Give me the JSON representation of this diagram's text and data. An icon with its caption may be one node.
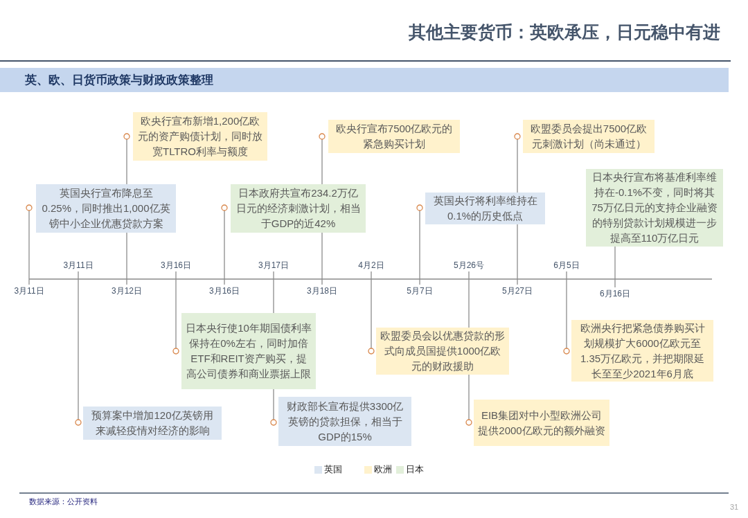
{
  "diagram": {
    "title": "其他主要货币：英欧承压，日元稳中有进",
    "nodes": [
      {
        "text": [
          "英、欧、日货币政策与财政政策整理"
        ]
      },
      {
        "text": [
          "英国央行宣布降息至0.25%，同时推出1,000亿英镑中小企业优惠贷款方案"
        ]
      },
      {
        "text": [
          "预算案中增加120亿英镑用来减轻疫情对经济的影响"
        ]
      },
      {
        "text": [
          "欧央行宣布新增1,200亿欧元的资产购债计划，同时放宽TLTRO利率与额度"
        ]
      },
      {
        "text": [
          "日本央行使10年期国债利率保持在0%左右，同时加倍ETF和REIT资产购买，提高公司债券和商业票据上限"
        ]
      },
      {
        "text": [
          "日本政府共宣布234.2万亿日元的经济刺激计划，相当于GDP的近42%"
        ]
      },
      {
        "text": [
          "财政部长宣布提供3300亿英镑的贷款担保，相当于GDP的15%"
        ]
      },
      {
        "text": [
          "欧央行宣布7500亿欧元的紧急购买计划"
        ]
      },
      {
        "text": [
          "欧盟委员会以优惠贷款的形式向成员国提供1000亿欧元的财政援助"
        ]
      },
      {
        "text": [
          "英国央行将利率维持在0.1%的历史低点"
        ]
      },
      {
        "text": [
          "EIB集团对中小型欧洲公司提供2000亿欧元的额外融资"
        ]
      },
      {
        "text": [
          "欧盟委员会提出7500亿欧元刺激计划（尚未通过）"
        ]
      },
      {
        "text": [
          "欧洲央行把紧急债券购买计划规模扩大6000亿欧元至1.35万亿欧元，并把期限延长至至少2021年6月底"
        ]
      },
      {
        "text": [
          "日本央行宣布将基准利率维持在-0.1%不变，同时将其75万亿日元的支持企业融资的特别贷款计划规模进一步提高至110万亿日元"
        ]
      },
      {
        "text": [
          "3月11日"
        ]
      },
      {
        "text": [
          "3月16日"
        ]
      },
      {
        "text": [
          "3月17日"
        ]
      },
      {
        "text": [
          "4月2日"
        ]
      },
      {
        "text": [
          "5月26号"
        ]
      },
      {
        "text": [
          "6月5日"
        ]
      },
      {
        "text": [
          "3月11日"
        ]
      },
      {
        "text": [
          "3月12日"
        ]
      },
      {
        "text": [
          "3月16日"
        ]
      },
      {
        "text": [
          "3月18日"
        ]
      },
      {
        "text": [
          "5月7日"
        ]
      },
      {
        "text": [
          "5月27日"
        ]
      },
      {
        "text": [
          "6月16日"
        ]
      }
    ],
    "edges": [
      {
        "from": 1,
        "to": 20,
        "arrow": "other"
      },
      {
        "from": 2,
        "to": 14,
        "arrow": "other"
      },
      {
        "from": 3,
        "to": 21,
        "arrow": "other"
      },
      {
        "from": 4,
        "to": 15,
        "arrow": "other"
      },
      {
        "from": 5,
        "to": 22,
        "arrow": "other"
      },
      {
        "from": 6,
        "to": 16,
        "arrow": "other"
      },
      {
        "from": 7,
        "to": 23,
        "arrow": "other"
      },
      {
        "from": 8,
        "to": 17,
        "arrow": "other"
      },
      {
        "from": 9,
        "to": 24,
        "arrow": "other"
      },
      {
        "from": 10,
        "to": 18,
        "arrow": "other"
      },
      {
        "from": 11,
        "to": 25,
        "arrow": "other"
      },
      {
        "from": 12,
        "to": 19,
        "arrow": "other"
      },
      {
        "from": 13,
        "to": 26,
        "arrow": "none"
      }
    ],
    "labels": [
      "数据来源：公开资料",
      "31"
    ],
    "legend": [
      {
        "text": "英国",
        "color": "#dce6f2"
      },
      {
        "text": "欧洲",
        "color": "#fff2cc"
      },
      {
        "text": "日本",
        "color": "#e2efda"
      }
    ]
  }
}
